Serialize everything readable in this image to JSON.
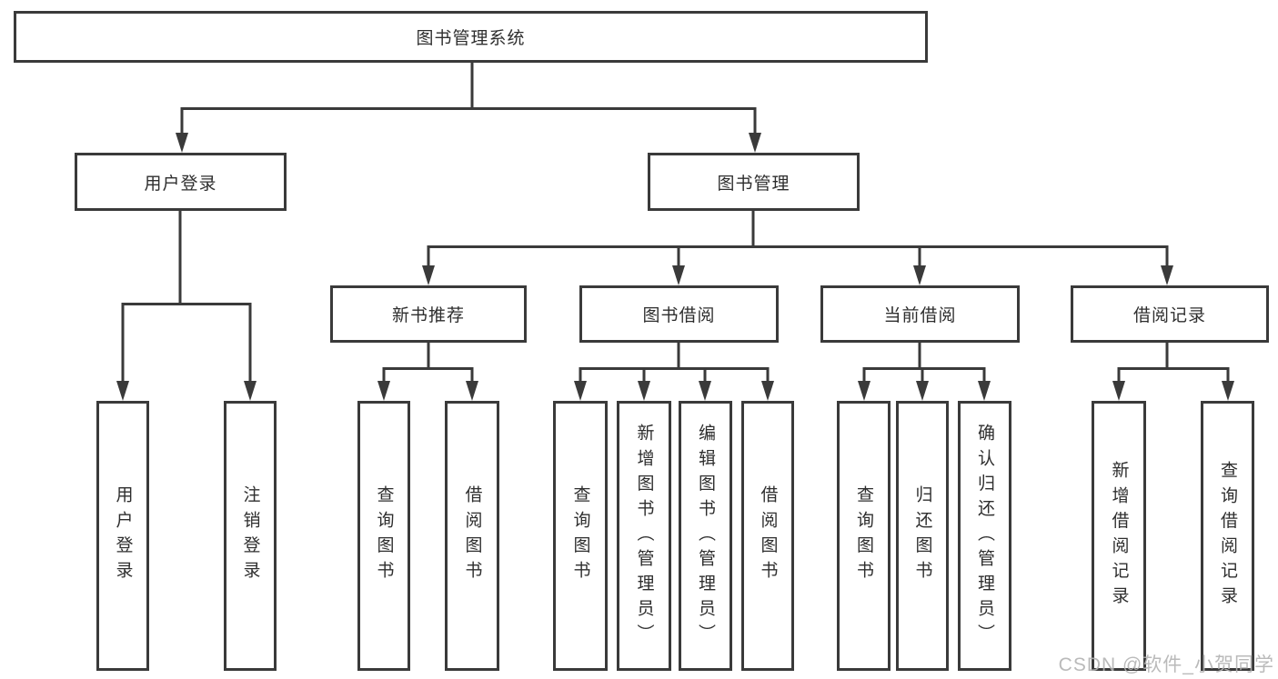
{
  "colors": {
    "line": "#3a3a3a",
    "box_border": "#3a3a3a",
    "box_background": "#ffffff",
    "text": "#2e2e2e",
    "watermark": "#b2b2b2"
  },
  "watermark": {
    "text": "CSDN @软件_小贺同学"
  },
  "diagram": {
    "root": {
      "label": "图书管理系统"
    },
    "user_login": {
      "label": "用户登录",
      "children": [
        {
          "label": "用户登录"
        },
        {
          "label": "注销登录"
        }
      ]
    },
    "book_management": {
      "label": "图书管理",
      "groups": [
        {
          "label": "新书推荐",
          "children": [
            {
              "label": "查询图书"
            },
            {
              "label": "借阅图书"
            }
          ]
        },
        {
          "label": "图书借阅",
          "children": [
            {
              "label": "查询图书"
            },
            {
              "label": "新增图书（管理员）"
            },
            {
              "label": "编辑图书（管理员）"
            },
            {
              "label": "借阅图书"
            }
          ]
        },
        {
          "label": "当前借阅",
          "children": [
            {
              "label": "查询图书"
            },
            {
              "label": "归还图书"
            },
            {
              "label": "确认归还（管理员）"
            }
          ]
        },
        {
          "label": "借阅记录",
          "children": [
            {
              "label": "新增借阅记录"
            },
            {
              "label": "查询借阅记录"
            }
          ]
        }
      ]
    }
  }
}
